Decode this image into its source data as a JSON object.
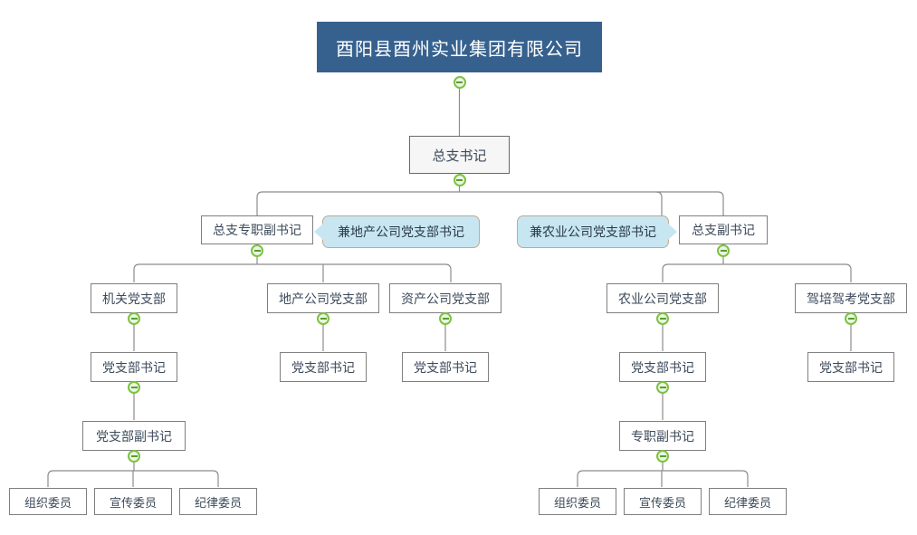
{
  "title": "酉阳县酉州实业集团有限公司",
  "colors": {
    "root_fill": "#36618e",
    "root_text": "#ffffff",
    "box_fill": "#ffffff",
    "box_border": "#7f7f7f",
    "box_text": "#3c4a5a",
    "shaded_fill": "#f6f6f6",
    "callout_fill": "#c7e6f2",
    "callout_border": "#c2a98f",
    "toggle_border": "#7dc242",
    "toggle_fill": "#eaf6e0",
    "connector": "#8c8c8c"
  },
  "nodes": {
    "root": "酉阳县酉州实业集团有限公司",
    "general_secretary": "总支书记",
    "deputy_fulltime": "总支专职副书记",
    "deputy": "总支副书记",
    "branch_jiguan": "机关党支部",
    "branch_dichan": "地产公司党支部",
    "branch_zichan": "资产公司党支部",
    "branch_nongye": "农业公司党支部",
    "branch_jiapei": "驾培驾考党支部",
    "secretary_jiguan": "党支部书记",
    "secretary_dichan": "党支部书记",
    "secretary_zichan": "党支部书记",
    "secretary_nongye": "党支部书记",
    "secretary_jiapei": "党支部书记",
    "vice_secretary_left": "党支部副书记",
    "vice_secretary_right": "专职副书记",
    "member_org_left": "组织委员",
    "member_pub_left": "宣传委员",
    "member_disc_left": "纪律委员",
    "member_org_right": "组织委员",
    "member_pub_right": "宣传委员",
    "member_disc_right": "纪律委员"
  },
  "callouts": {
    "dichan": "兼地产公司党支部书记",
    "nongye": "兼农业公司党支部书记"
  },
  "icons": {
    "collapse": "collapse-minus-icon"
  }
}
